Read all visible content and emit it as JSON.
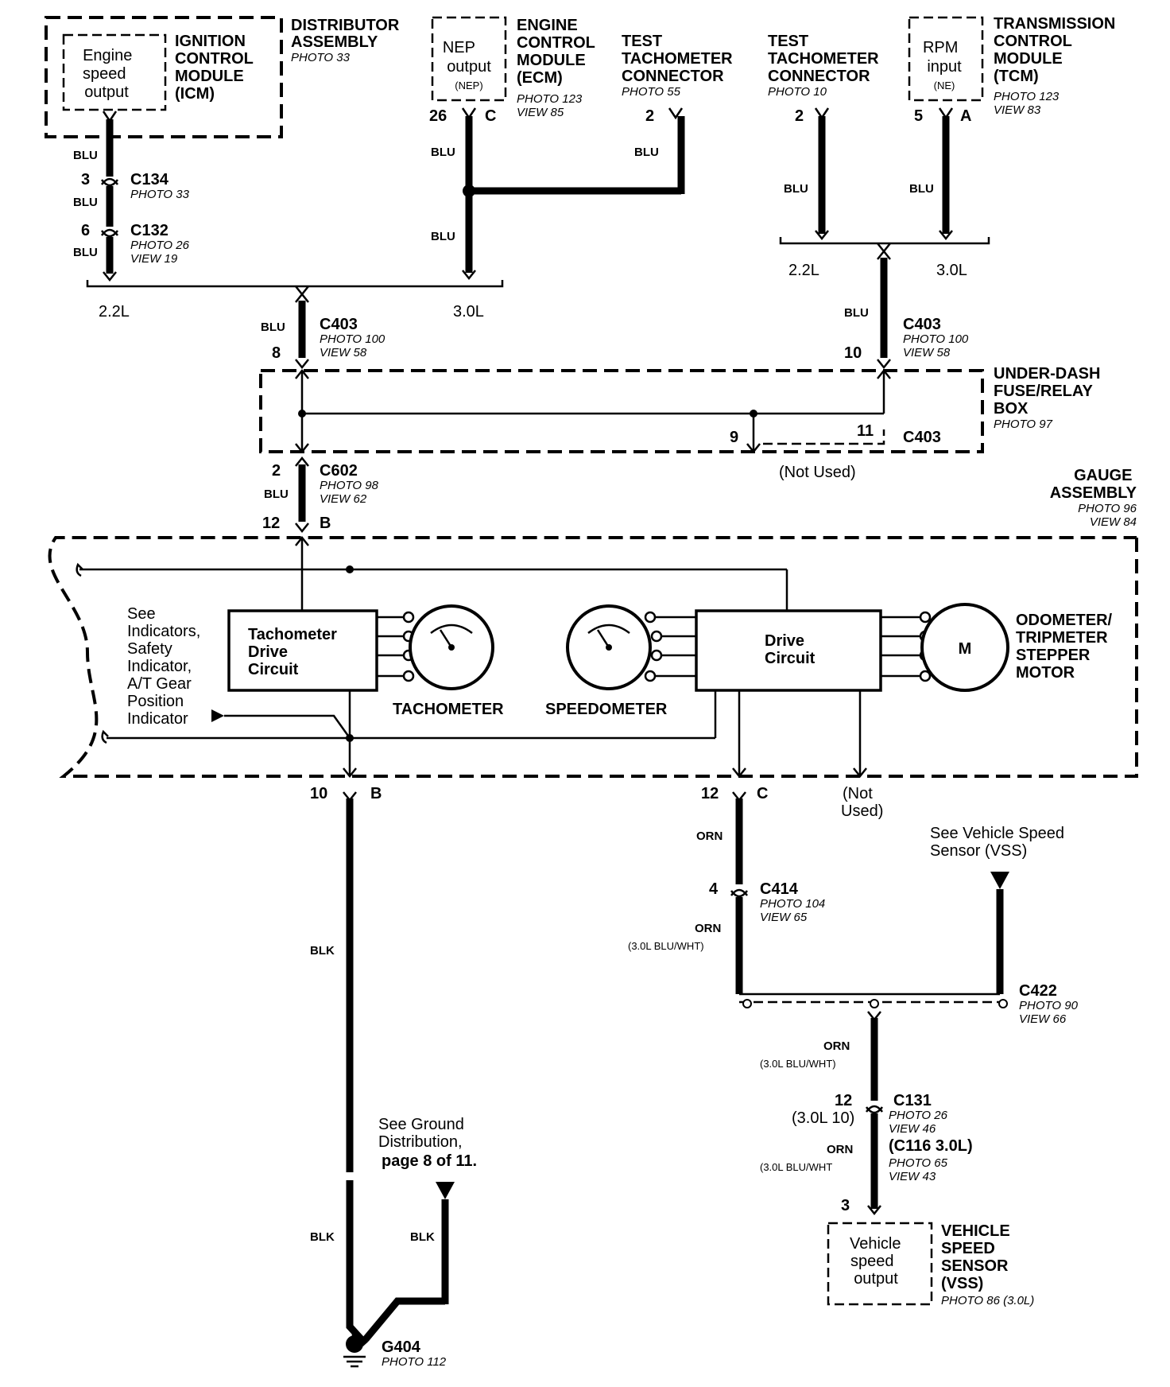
{
  "distributor": {
    "inner_lines": [
      "Engine",
      "speed",
      "output"
    ],
    "icm_lines": [
      "IGNITION",
      "CONTROL",
      "MODULE",
      "(ICM)"
    ],
    "assembly_lines": [
      "DISTRIBUTOR",
      "ASSEMBLY"
    ],
    "photo": "PHOTO 33"
  },
  "ecm": {
    "inner_lines": [
      "NEP",
      "output",
      "(NEP)"
    ],
    "title_lines": [
      "ENGINE",
      "CONTROL",
      "MODULE",
      "(ECM)"
    ],
    "photo": "PHOTO 123",
    "view": "VIEW 85",
    "pin": "26",
    "terminal": "C"
  },
  "test_tach_1": {
    "title_lines": [
      "TEST",
      "TACHOMETER",
      "CONNECTOR"
    ],
    "photo": "PHOTO 55",
    "pin": "2"
  },
  "test_tach_2": {
    "title_lines": [
      "TEST",
      "TACHOMETER",
      "CONNECTOR"
    ],
    "photo": "PHOTO 10",
    "pin": "2"
  },
  "tcm": {
    "inner_lines": [
      "RPM",
      "input",
      "(NE)"
    ],
    "title_lines": [
      "TRANSMISSION",
      "CONTROL",
      "MODULE",
      "(TCM)"
    ],
    "photo": "PHOTO 123",
    "view": "VIEW 83",
    "pin": "5",
    "terminal": "A"
  },
  "wires": {
    "blu": "BLU",
    "orn": "ORN",
    "blk": "BLK",
    "alt_blu_wht": "(3.0L BLU/WHT)",
    "alt_blu_wht_open": "(3.0L BLU/WHT"
  },
  "engine_variants": {
    "v22": "2.2L",
    "v30": "3.0L"
  },
  "connectors": {
    "c134": {
      "name": "C134",
      "photo": "PHOTO 33",
      "pin": "3"
    },
    "c132": {
      "name": "C132",
      "photo": "PHOTO 26",
      "view": "VIEW 19",
      "pin": "6"
    },
    "c403_left": {
      "name": "C403",
      "photo": "PHOTO 100",
      "view": "VIEW 58",
      "pin": "8"
    },
    "c403_right": {
      "name": "C403",
      "photo": "PHOTO 100",
      "view": "VIEW 58",
      "pin": "10"
    },
    "c403_inner": {
      "name": "C403",
      "pin_a": "9",
      "pin_b": "11",
      "note": "(Not Used)"
    },
    "c602": {
      "name": "C602",
      "photo": "PHOTO 98",
      "view": "VIEW 62",
      "pin_top": "2",
      "pin_bottom": "12",
      "terminal": "B"
    },
    "c414": {
      "name": "C414",
      "photo": "PHOTO 104",
      "view": "VIEW 65",
      "pin": "4"
    },
    "c422": {
      "name": "C422",
      "photo": "PHOTO 90",
      "view": "VIEW 66"
    },
    "c131": {
      "name": "C131",
      "photo": "PHOTO 26",
      "view": "VIEW 46",
      "alt": "(C116 3.0L)",
      "alt_photo": "PHOTO 65",
      "alt_view": "VIEW 43",
      "pin": "12",
      "pin_alt": "(3.0L 10)"
    },
    "vss_pin": "3"
  },
  "fuse_box": {
    "title_lines": [
      "UNDER-DASH",
      "FUSE/RELAY",
      "BOX"
    ],
    "photo": "PHOTO 97"
  },
  "gauge": {
    "title_lines": [
      "GAUGE",
      "ASSEMBLY"
    ],
    "photo": "PHOTO 96",
    "view": "VIEW 84",
    "see_indicators_lines": [
      "See",
      "Indicators,",
      "Safety",
      "Indicator,",
      "A/T Gear",
      "Position",
      "Indicator"
    ],
    "tach_drive_lines": [
      "Tachometer",
      "Drive",
      "Circuit"
    ],
    "tachometer": "TACHOMETER",
    "speedometer": "SPEEDOMETER",
    "drive_lines": [
      "Drive",
      "Circuit"
    ],
    "motor_symbol": "M",
    "odometer_lines": [
      "ODOMETER/",
      "TRIPMETER",
      "STEPPER",
      "MOTOR"
    ],
    "out_b_pin": "10",
    "out_b_term": "B",
    "out_c_pin": "12",
    "out_c_term": "C",
    "not_used_lines": [
      "(Not",
      "Used)"
    ]
  },
  "vss_ref": {
    "lines": [
      "See Vehicle Speed",
      "Sensor (VSS)"
    ]
  },
  "ground_ref": {
    "lines": [
      "See Ground",
      "Distribution,",
      "page 8 of 11."
    ]
  },
  "ground": {
    "name": "G404",
    "photo": "PHOTO 112"
  },
  "vss": {
    "inner_lines": [
      "Vehicle",
      "speed",
      "output"
    ],
    "title_lines": [
      "VEHICLE",
      "SPEED",
      "SENSOR",
      "(VSS)"
    ],
    "photo": "PHOTO 86 (3.0L)"
  }
}
